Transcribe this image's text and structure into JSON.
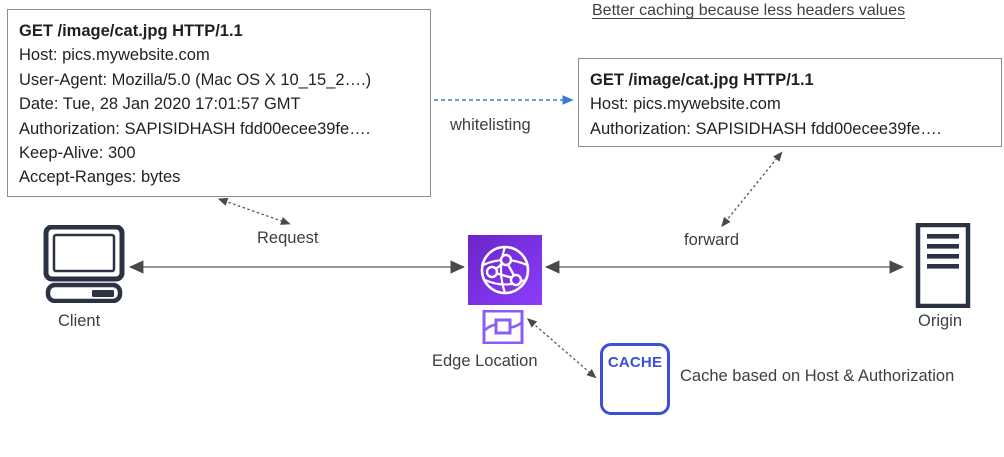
{
  "headline": "Better caching because less headers values",
  "boxes": {
    "full_request": {
      "title": "full-http-request",
      "lines": [
        "GET /image/cat.jpg   HTTP/1.1",
        "Host: pics.mywebsite.com",
        "User-Agent: Mozilla/5.0 (Mac OS X 10_15_2….)",
        "Date: Tue, 28 Jan 2020 17:01:57 GMT",
        "Authorization: SAPISIDHASH fdd00ecee39fe….",
        "Keep-Alive: 300",
        "Accept-Ranges: bytes"
      ]
    },
    "whitelisted_request": {
      "title": "whitelisted-http-request",
      "lines": [
        "GET /image/cat.jpg   HTTP/1.1",
        "Host: pics.mywebsite.com",
        "Authorization: SAPISIDHASH fdd00ecee39fe…."
      ]
    }
  },
  "labels": {
    "whitelisting": "whitelisting",
    "request": "Request",
    "forward": "forward",
    "client": "Client",
    "edge_location": "Edge Location",
    "origin": "Origin",
    "cache_basis": "Cache based on Host & Authorization"
  },
  "cache": {
    "text": "CACHE"
  },
  "icons": {
    "client": "desktop-computer-icon",
    "edge_location": "cloudfront-globe-icon",
    "edge_sub": "edge-location-icon",
    "origin": "server-rack-icon"
  },
  "colors": {
    "cloudfront_purple": "#7b33e0",
    "cloudfront_purple_dark": "#6a25c9",
    "edge_purple": "#8b5cf6",
    "cache_blue": "#3b4fd8",
    "dashed_blue": "#3a7bd5",
    "icon_navy": "#2b3243",
    "arrow_gray": "#8a8a8a",
    "text": "#3c4043",
    "box_border": "#8d8d8d"
  }
}
